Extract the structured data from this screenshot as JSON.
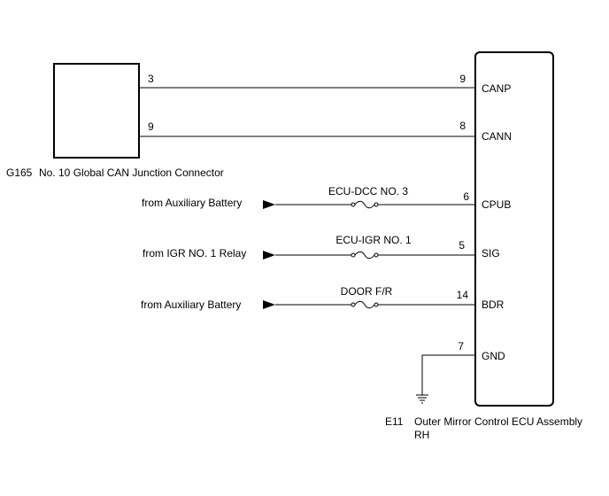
{
  "connector_g165": {
    "code": "G165",
    "name": "No. 10 Global CAN Junction Connector"
  },
  "ecu_e11": {
    "code": "E11",
    "name_line1": "Outer Mirror Control ECU Assembly",
    "name_line2": "RH"
  },
  "circuits": [
    {
      "source_pin": "3",
      "pin": "9",
      "terminal": "CANP"
    },
    {
      "source_pin": "9",
      "pin": "8",
      "terminal": "CANN"
    },
    {
      "source": "from Auxiliary Battery",
      "fuse": "ECU-DCC NO. 3",
      "pin": "6",
      "terminal": "CPUB"
    },
    {
      "source": "from IGR NO. 1 Relay",
      "fuse": "ECU-IGR NO. 1",
      "pin": "5",
      "terminal": "SIG"
    },
    {
      "source": "from Auxiliary Battery",
      "fuse": "DOOR F/R",
      "pin": "14",
      "terminal": "BDR"
    },
    {
      "pin": "7",
      "terminal": "GND",
      "to": "ground"
    }
  ],
  "icons": {
    "fuse": "fuse-icon",
    "ground": "ground-icon",
    "arrow": "arrow-right-icon"
  }
}
